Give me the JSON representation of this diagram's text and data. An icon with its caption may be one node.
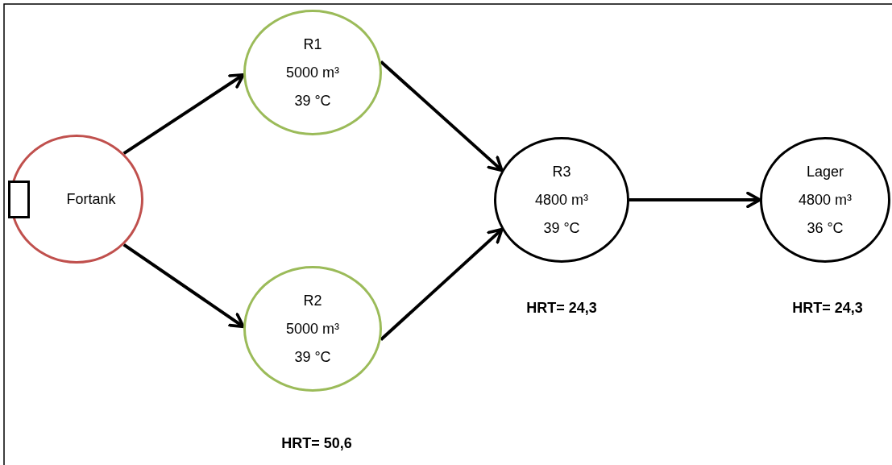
{
  "diagram": {
    "nodes": [
      {
        "text": [
          "Fortank"
        ]
      },
      {
        "text": [
          "R1",
          "5000 m³",
          "39 °C"
        ]
      },
      {
        "text": [
          "R2",
          "5000 m³",
          "39 °C"
        ],
        "beside": [
          "HRT= 50,6"
        ]
      },
      {
        "text": [
          "R3",
          "4800 m³",
          "39 °C"
        ],
        "beside": [
          "HRT= 24,3"
        ]
      },
      {
        "text": [
          "Lager",
          "4800 m³",
          "36 °C"
        ],
        "beside": [
          "HRT= 24,3"
        ]
      }
    ],
    "edges": [
      {
        "from": 0,
        "to": 1,
        "arrow": "to"
      },
      {
        "from": 0,
        "to": 2,
        "arrow": "to"
      },
      {
        "from": 1,
        "to": 3,
        "arrow": "to"
      },
      {
        "from": 2,
        "to": 3,
        "arrow": "to"
      },
      {
        "from": 3,
        "to": 4,
        "arrow": "to"
      }
    ]
  }
}
